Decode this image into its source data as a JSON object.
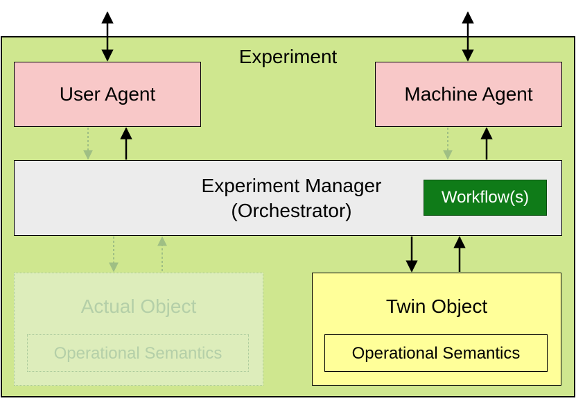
{
  "experiment": {
    "label": "Experiment"
  },
  "user_agent": {
    "label": "User Agent"
  },
  "machine_agent": {
    "label": "Machine Agent"
  },
  "manager": {
    "line1": "Experiment Manager",
    "line2": "(Orchestrator)"
  },
  "workflow": {
    "label": "Workflow(s)"
  },
  "actual_object": {
    "label": "Actual Object",
    "semantics_label": "Operational Semantics"
  },
  "twin_object": {
    "label": "Twin Object",
    "semantics_label": "Operational Semantics"
  },
  "colors": {
    "frame": "#cfe78f",
    "agent": "#f8c8c8",
    "manager": "#ececec",
    "workflow": "#0f7b18",
    "twin": "#ffff99",
    "faded": "#ddedbb"
  }
}
